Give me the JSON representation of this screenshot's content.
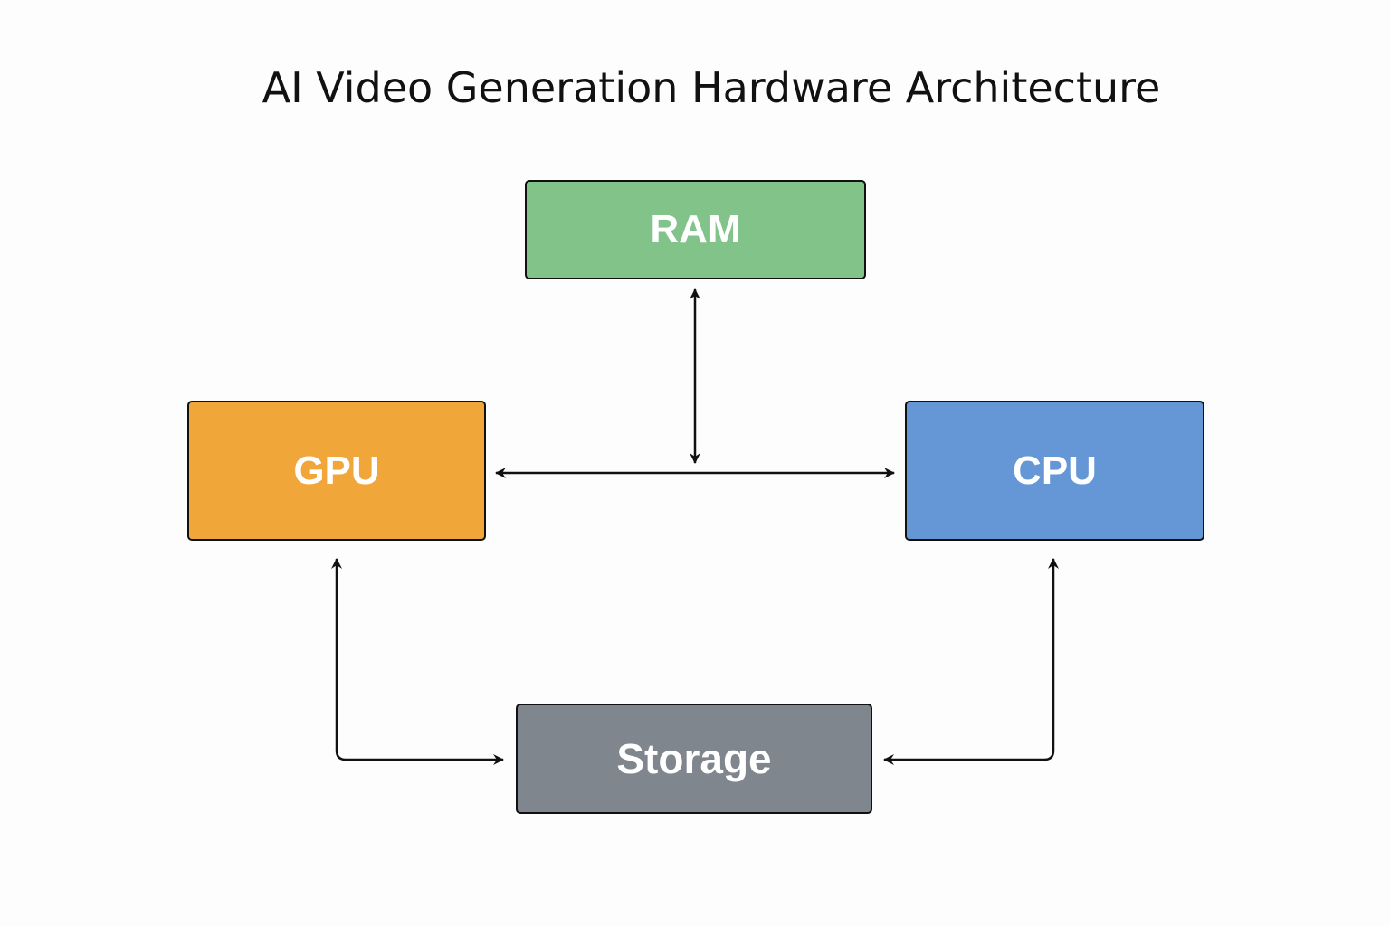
{
  "title": "AI Video Generation Hardware Architecture",
  "nodes": {
    "ram": {
      "label": "RAM",
      "color": "#81c388"
    },
    "gpu": {
      "label": "GPU",
      "color": "#f1a63a"
    },
    "cpu": {
      "label": "CPU",
      "color": "#6597d6"
    },
    "storage": {
      "label": "Storage",
      "color": "#80868e"
    }
  },
  "edges": [
    {
      "from": "RAM",
      "to": "GPU-CPU bus",
      "direction": "bidirectional"
    },
    {
      "from": "GPU",
      "to": "CPU",
      "direction": "bidirectional"
    },
    {
      "from": "GPU",
      "to": "Storage",
      "direction": "bidirectional"
    },
    {
      "from": "CPU",
      "to": "Storage",
      "direction": "bidirectional"
    }
  ],
  "colors": {
    "line": "#111111",
    "text": "#ffffff"
  }
}
